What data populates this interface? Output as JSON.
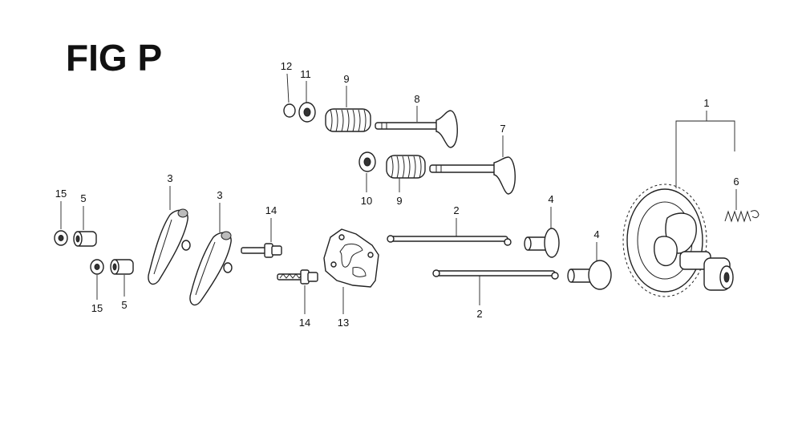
{
  "title": "FIG P",
  "labels": {
    "l1": "1",
    "l2a": "2",
    "l2b": "2",
    "l3a": "3",
    "l3b": "3",
    "l4a": "4",
    "l4b": "4",
    "l5a": "5",
    "l5b": "5",
    "l6": "6",
    "l7": "7",
    "l8": "8",
    "l9a": "9",
    "l9b": "9",
    "l10": "10",
    "l11": "11",
    "l12": "12",
    "l13": "13",
    "l14a": "14",
    "l14b": "14",
    "l15a": "15",
    "l15b": "15"
  }
}
